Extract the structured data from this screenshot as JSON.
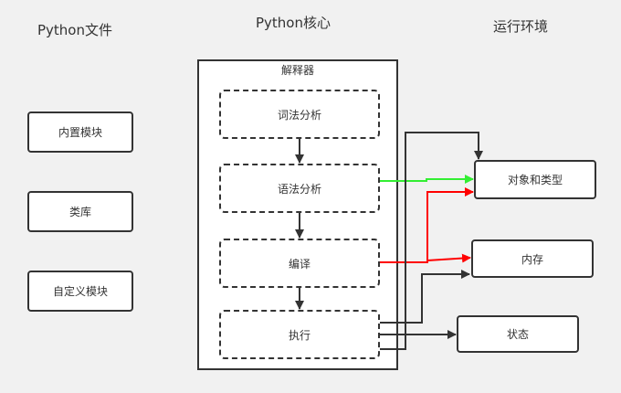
{
  "columns": {
    "files": "Python文件",
    "core": "Python核心",
    "runtime": "运行环境"
  },
  "files": [
    "内置模块",
    "类库",
    "自定义模块"
  ],
  "interpreter": {
    "label": "解释器",
    "stages": [
      "词法分析",
      "语法分析",
      "编译",
      "执行"
    ]
  },
  "runtime": [
    "对象和类型",
    "内存",
    "状态"
  ],
  "colors": {
    "line": "#333333",
    "green": "#33ee33",
    "red": "#ff0000"
  }
}
